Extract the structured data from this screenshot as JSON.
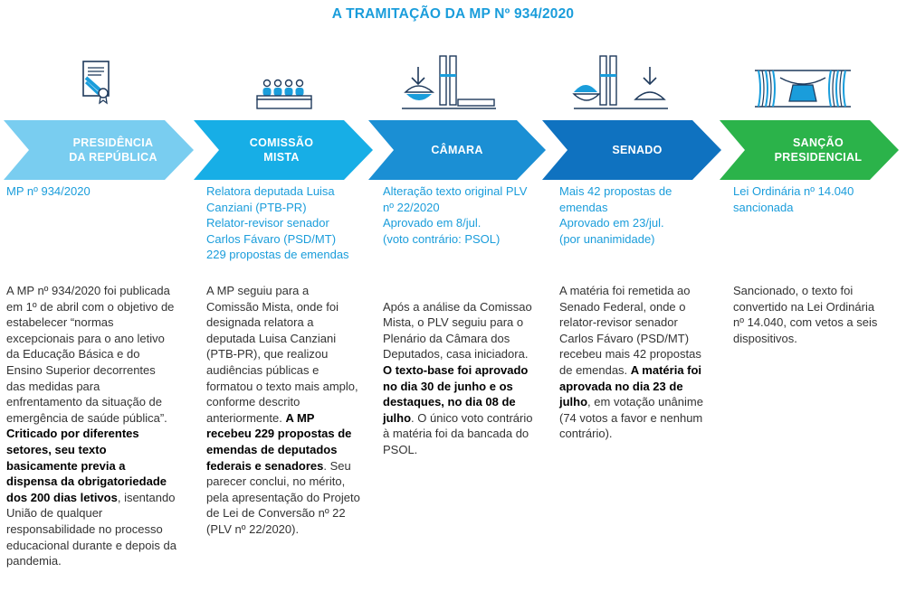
{
  "title": "A TRAMITAÇÃO DA MP Nº 934/2020",
  "colors": {
    "title": "#1a9ddb",
    "summary_text": "#1a9ddb",
    "stages": [
      "#79cdf0",
      "#17aee6",
      "#1b8fd4",
      "#0f72c0",
      "#2bb34a"
    ]
  },
  "stages": [
    {
      "label_line1": "PRESIDÊNCIA",
      "label_line2": "DA REPÚBLICA",
      "icon": "document-certificate-icon",
      "summary": [
        "MP nº 934/2020"
      ],
      "desc": [
        {
          "t": "A MP nº 934/2020 foi publicada em 1º de abril com o objetivo de estabelecer “normas excepcionais para o ano letivo da Educação Básica e do Ensino Superior decorrentes das medidas para enfrentamento da situação de emergência de saúde pública”. "
        },
        {
          "t": "Criticado por diferentes setores, seu texto basicamente previa a dispensa da obrigatoriedade dos 200 dias letivos",
          "b": true
        },
        {
          "t": ", isentando União de qualquer responsabilidade no processo educacional durante e depois da pandemia."
        }
      ]
    },
    {
      "label_line1": "COMISSÃO",
      "label_line2": "MISTA",
      "icon": "committee-people-icon",
      "summary": [
        "Relatora deputada Luisa Canziani (PTB-PR)",
        "Relator-revisor senador Carlos Fávaro (PSD/MT)",
        "229 propostas de emendas"
      ],
      "desc": [
        {
          "t": "A MP seguiu para a Comissão Mista, onde foi designada relatora a deputada Luisa Canziani (PTB-PR), que realizou audiências públicas e formatou o texto mais amplo, conforme descrito anteriormente. "
        },
        {
          "t": "A MP recebeu 229 propostas de emendas de deputados federais e senadores",
          "b": true
        },
        {
          "t": ". Seu parecer conclui, no mérito, pela apresentação do Projeto de Lei de Conversão nº 22 (PLV nº 22/2020)."
        }
      ]
    },
    {
      "label_line1": "CÂMARA",
      "label_line2": "",
      "icon": "chamber-of-deputies-icon",
      "summary": [
        "Alteração texto original PLV nº 22/2020",
        "Aprovado em 8/jul.",
        "(voto contrário: PSOL)"
      ],
      "desc": [
        {
          "t": "Após a análise da Comissao\nMista, o PLV seguiu para o Plenário da Câmara dos Deputados, casa iniciadora.\n"
        },
        {
          "t": "O texto-base foi aprovado no dia 30 de junho e os destaques, no dia 08 de julho",
          "b": true
        },
        {
          "t": ". O único voto contrário à matéria foi da bancada do PSOL."
        }
      ]
    },
    {
      "label_line1": "SENADO",
      "label_line2": "",
      "icon": "senate-dome-icon",
      "summary": [
        "Mais 42 propostas de emendas",
        "Aprovado em 23/jul.",
        "(por unanimidade)"
      ],
      "desc": [
        {
          "t": "A matéria foi remetida ao Senado Federal, onde o relator-revisor senador Carlos Fávaro (PSD/MT) recebeu mais 42 propostas de emendas. "
        },
        {
          "t": "A matéria foi aprovada no dia 23 de julho",
          "b": true
        },
        {
          "t": ", em votação unânime (74 votos a favor e nenhum contrário)."
        }
      ]
    },
    {
      "label_line1": "SANÇÃO",
      "label_line2": "PRESIDENCIAL",
      "icon": "presidential-palace-icon",
      "summary": [
        "Lei Ordinária nº 14.040 sancionada"
      ],
      "desc": [
        {
          "t": "Sancionado, o texto foi convertido na Lei Ordinária nº 14.040, com vetos a seis dispositivos."
        }
      ]
    }
  ]
}
